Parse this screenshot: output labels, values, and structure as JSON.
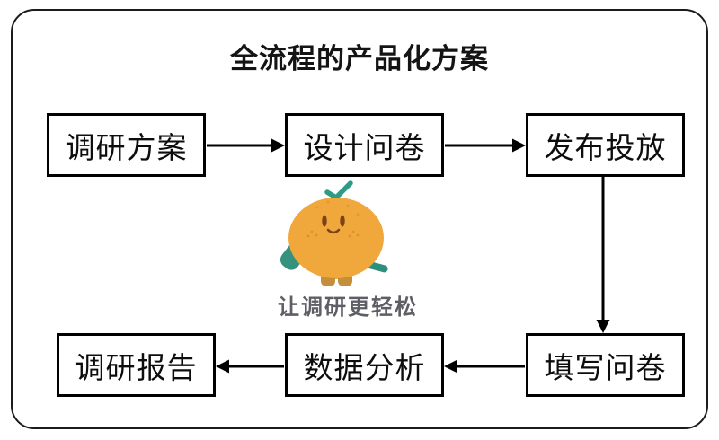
{
  "diagram": {
    "title": "全流程的产品化方案",
    "slogan": "让调研更轻松",
    "nodes": [
      {
        "id": "research-plan",
        "label": "调研方案"
      },
      {
        "id": "design-questionnaire",
        "label": "设计问卷"
      },
      {
        "id": "publish-distribute",
        "label": "发布投放"
      },
      {
        "id": "fill-questionnaire",
        "label": "填写问卷"
      },
      {
        "id": "data-analysis",
        "label": "数据分析"
      },
      {
        "id": "research-report",
        "label": "调研报告"
      }
    ],
    "edges": [
      {
        "from": "调研方案",
        "to": "设计问卷",
        "direction": "right"
      },
      {
        "from": "设计问卷",
        "to": "发布投放",
        "direction": "right"
      },
      {
        "from": "发布投放",
        "to": "填写问卷",
        "direction": "down"
      },
      {
        "from": "填写问卷",
        "to": "数据分析",
        "direction": "left"
      },
      {
        "from": "数据分析",
        "to": "调研报告",
        "direction": "left"
      }
    ],
    "mascot": "orange-mascot-icon",
    "colors": {
      "background": "#ffffff",
      "frame_border": "#1b1b1b",
      "node_border": "#000000",
      "arrow": "#000000",
      "mascot_body": "#F0A73C",
      "mascot_teal": "#37917F",
      "mascot_boots": "#C48E3B",
      "mascot_face": "#7A4418",
      "slogan_text": "#5e5e66"
    }
  }
}
